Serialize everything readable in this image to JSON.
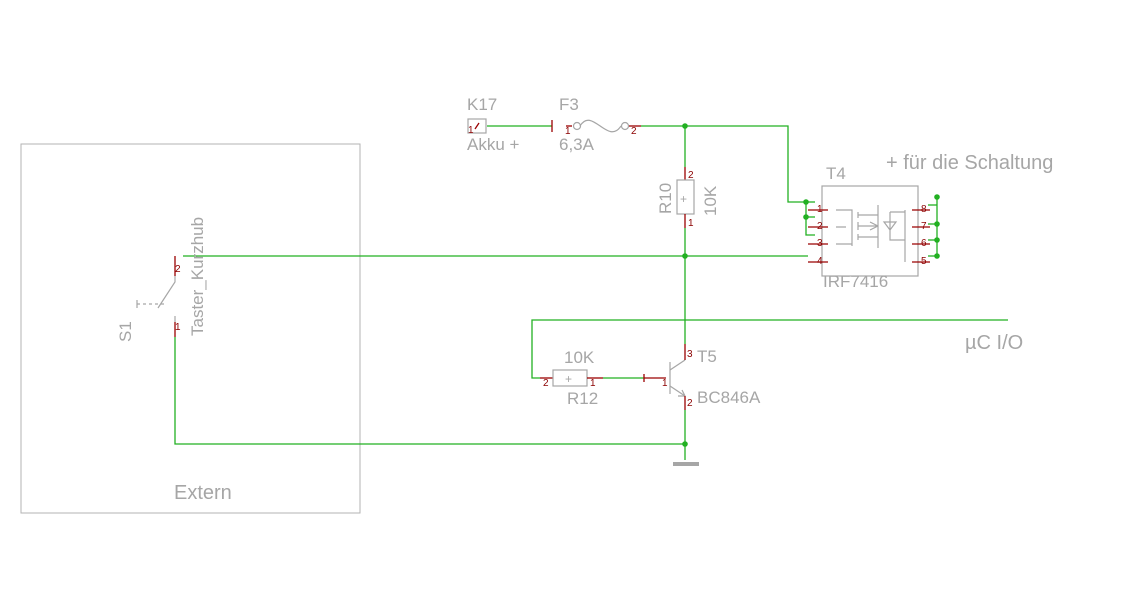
{
  "frame": {
    "label": "Extern"
  },
  "switch": {
    "ref": "S1",
    "name": "Taster_Kurzhub",
    "pin1": "1",
    "pin2": "2"
  },
  "connector": {
    "ref": "K17",
    "label": "Akku +",
    "pin": "1"
  },
  "fuse": {
    "ref": "F3",
    "value": "6,3A",
    "pin1": "1",
    "pin2": "2"
  },
  "r10": {
    "ref": "R10",
    "value": "10K",
    "pin1": "1",
    "pin2": "2",
    "mark": "+"
  },
  "r12": {
    "ref": "R12",
    "value": "10K",
    "pin1": "1",
    "pin2": "2",
    "mark": "+"
  },
  "t4": {
    "ref": "T4",
    "part": "IRF7416",
    "pins": [
      "1",
      "2",
      "3",
      "4",
      "5",
      "6",
      "7",
      "8"
    ]
  },
  "t5": {
    "ref": "T5",
    "part": "BC846A",
    "pin1": "1",
    "pin2": "2",
    "pin3": "3"
  },
  "labels": {
    "supply": "+ für die Schaltung",
    "io": "µC I/O"
  }
}
